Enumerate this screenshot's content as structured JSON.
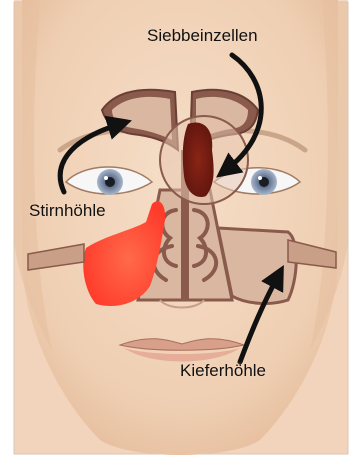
{
  "labels": {
    "ethmoid": "Siebbeinzellen",
    "frontal": "Stirnhöhle",
    "maxillary": "Kieferhöhle"
  },
  "colors": {
    "skin": "#f3d7be",
    "skin_shadow": "#e2b896",
    "sinus_wall": "#8a5a4c",
    "inflamed": "#ff4a3a",
    "ethmoid_inflamed": "#7a1c12",
    "arrow": "#111111",
    "iris": "#8f9fb8"
  },
  "icons": {
    "arrow_ethmoid": "curved-arrow-down-left-icon",
    "arrow_frontal": "curved-arrow-up-right-icon",
    "arrow_maxillary": "curved-arrow-up-icon"
  }
}
